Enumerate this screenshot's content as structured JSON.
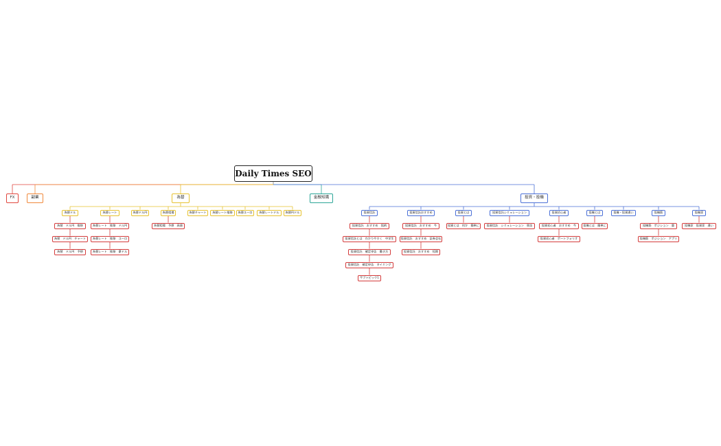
{
  "root": {
    "label": "Daily Times SEO"
  },
  "colors": {
    "fx": "#e0453c",
    "fukugyo": "#f0883a",
    "kawase": "#e6c12e",
    "kinyu": "#2aa597",
    "toushi": "#4a6fd6",
    "leaf": "#d33a3a"
  },
  "branches": [
    {
      "label": "FX",
      "color_key": "fx",
      "children": []
    },
    {
      "label": "副業",
      "color_key": "fukugyo",
      "children": []
    },
    {
      "label": "為替",
      "color_key": "kawase",
      "children": [
        {
          "label": "為替ドル",
          "leaves": [
            "為替　ドル円　推移",
            "為替　ドル円　チャート",
            "為替　ドル円　予想"
          ]
        },
        {
          "label": "為替レート",
          "leaves": [
            "為替レート　推移　ドル円",
            "為替レート　推移　ユーロ",
            "為替レート　推移　豪ドル"
          ]
        },
        {
          "label": "為替ドル円",
          "leaves": []
        },
        {
          "label": "為替相場",
          "leaves": [
            "為替相場　予想　高値"
          ]
        },
        {
          "label": "為替チャート",
          "leaves": []
        },
        {
          "label": "為替レート推移",
          "leaves": []
        },
        {
          "label": "為替ユーロ",
          "leaves": []
        },
        {
          "label": "為替レートドル",
          "leaves": []
        },
        {
          "label": "為替円ドル",
          "leaves": []
        }
      ]
    },
    {
      "label": "金融知識",
      "color_key": "kinyu",
      "children": []
    },
    {
      "label": "投資・投機",
      "color_key": "toushi",
      "children": [
        {
          "label": "投資信託",
          "leaves": [
            "投資信託　おすすめ　銘柄",
            "投資信託とは　わかりやすく　中学生",
            "投資信託　確定申告　書き方",
            "投資信託　確定申告　タイミング",
            "サブトピック1"
          ]
        },
        {
          "label": "投資信託おすすめ",
          "leaves": [
            "投資信託　おすすめ　今",
            "投資信託　おすすめ　証券会社",
            "投資信託　おすすめ　短期"
          ]
        },
        {
          "label": "投資とは",
          "leaves": [
            "投資とは　何か　簡単に"
          ]
        },
        {
          "label": "投資信託シミュレーション",
          "leaves": [
            "投資信託　シミュレーション　税金"
          ]
        },
        {
          "label": "投資初心者",
          "leaves": [
            "投資初心者　おすすめ　今",
            "投資初心者　ポートフォリオ"
          ]
        },
        {
          "label": "投機とは",
          "leaves": [
            "投機とは　簡単に"
          ]
        },
        {
          "label": "投機・投資違い",
          "leaves": []
        },
        {
          "label": "投機筋",
          "leaves": [
            "投機筋　ポジション　量",
            "投機筋　ポジション　アプリ"
          ]
        },
        {
          "label": "投機家",
          "leaves": [
            "投機家　投資家　違い"
          ]
        }
      ]
    }
  ]
}
